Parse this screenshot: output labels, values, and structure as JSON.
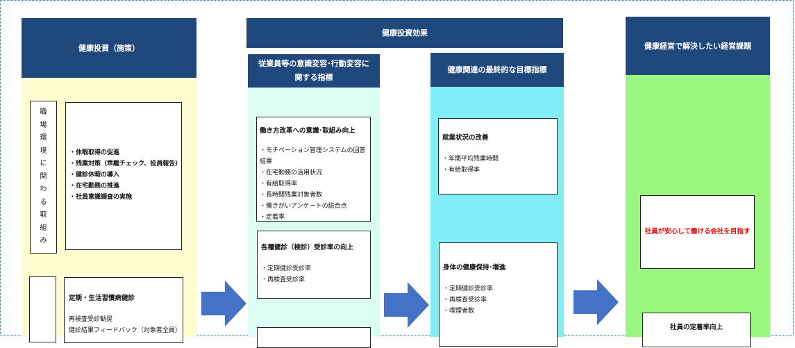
{
  "columns": {
    "investment": {
      "header": "健康投資（施策）",
      "group1": {
        "vertical_label": "職場環境に関わる取組み",
        "items": [
          "・休暇取得の促進",
          "・残業対策（乖離チェック、役員報告）",
          "・健診休暇の導入",
          "・在宅勤務の推進",
          "・社員意識調査の実施"
        ]
      },
      "group2": {
        "title": "定期・生活習慣病健診",
        "items": [
          "再検査受診勧奨",
          "健診結果フィードバック（対象者全員）"
        ]
      }
    },
    "effect": {
      "header": "健康投資効果",
      "behavior": {
        "header": "従業員等の意識変容･行動変容に関する指標",
        "box1": {
          "title": "働き方改革への意識･取組み向上",
          "items": [
            "・モチベーション管理システムの回答結果",
            "・在宅勤務の活用状況",
            "・有給取得率",
            "・長時間残業対象者数",
            "・働きがいアンケートの総合点",
            "・定着率"
          ]
        },
        "box2": {
          "title": "各種健診（検診）受診率の向上",
          "items": [
            "・定期健診受診率",
            "・再検査受診率"
          ]
        }
      },
      "final": {
        "header": "健康関連の最終的な目標指標",
        "box1": {
          "title": "就業状況の改善",
          "items": [
            "・年間平均残業時間",
            "・有給取得率"
          ]
        },
        "box2": {
          "title": "身体の健康保持･増進",
          "items": [
            "・定期健診受診率",
            "・再検査受診率",
            "・喫煙者数"
          ]
        }
      }
    },
    "issues": {
      "header": "健康経営で解決したい経営課題",
      "goal": "社員が安心して働ける会社を目指す",
      "box2_title": "社員の定着率向上"
    }
  },
  "colors": {
    "header_bg": "#1f497d",
    "investment_bg": "#fffdd0",
    "behavior_bg": "#dcfdf3",
    "final_bg": "#80eef7",
    "issues_bg": "#99f77f",
    "arrow": "#4472c4",
    "goal_text": "#ff0000"
  }
}
